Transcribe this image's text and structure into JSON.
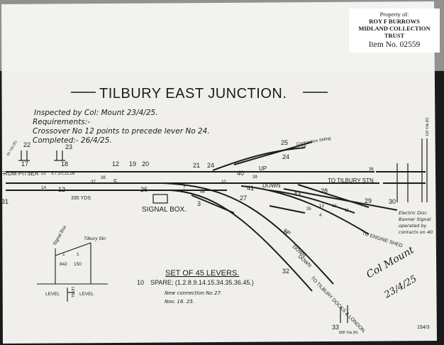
{
  "stamp": {
    "line1": "Property of:",
    "line2": "ROY F BURROWS",
    "line3": "MIDLAND COLLECTION",
    "line4": "TRUST",
    "item": "Item No. 02559"
  },
  "title": "TILBURY EAST JUNCTION.",
  "inspection": {
    "line1": "Inspected by Col: Mount 23/4/25.",
    "line2": "Requirements:-",
    "line3": "Crossover No 12 points to precede lever No 24.",
    "line4": "Completed:- 26/4/25."
  },
  "routes": {
    "from_pitsea": "FROM PITSEA",
    "to_tilbury_stn": "TO TILBURY STN",
    "to_engine_shed": "TO ENGINE SHED",
    "to_docks": "TO TILBURY DOCKS & LONDON.",
    "contractors_siding": "Contractors Siding",
    "up": "UP",
    "down": "DOWN",
    "up_lower": "UP",
    "down_lower": "DOWN",
    "down_outer": "DOWN"
  },
  "signal_box": "SIGNAL BOX.",
  "distance": "335 YDS",
  "levers_note": {
    "title": "SET OF 45 LEVERS.",
    "spares_count": "10",
    "spares": "SPARE; (1.2.8.9.14.15.34.35.36.45.)",
    "new_connection": "New connection No 27.",
    "date": "Nov. 16. 25."
  },
  "signature": {
    "name": "Col Mount",
    "date": "23/4/25"
  },
  "banner_note": [
    "Electric Disc",
    "Banner Signal",
    "operated by",
    "contacts on 40"
  ],
  "inset": {
    "signal_box": "Signal Box",
    "tilbury_stn": "Tilbury Stn",
    "level_left": "LEVEL",
    "level_right": "LEVEL",
    "dist1_top": "1",
    "dist1_bottom": "842",
    "dist2_top": "1",
    "dist2_bottom": "150",
    "level_mark": "LEVEL"
  },
  "sheet_ref": "154/3",
  "levers": {
    "n17": "17",
    "n18": "18",
    "n22": "22",
    "n23": "23",
    "n12a": "12",
    "n12b": "12",
    "n19": "19",
    "n20": "20",
    "n21": "21",
    "n24a": "24",
    "n25": "25",
    "n24b": "24",
    "n16": "16",
    "n40": "40",
    "n39": "39",
    "n41": "41",
    "n43": "43",
    "n28": "28",
    "n29": "29",
    "n30": "30",
    "n31": "31",
    "n26": "26",
    "n27": "27",
    "n5": "5",
    "n3": "3",
    "n37": "37",
    "n44": "44",
    "n6": "6",
    "n32": "32",
    "n33": "33",
    "n13": "13",
    "n42": "42",
    "n4": "4",
    "n7": "7",
    "n10": "10",
    "n11": "11",
    "n38": "38",
    "n22b": "22",
    "n35": "35",
    "n36": "36",
    "nA": "1A",
    "multi": "3,7,10,11,16.",
    "yds_left": "43 Yds (R)",
    "yds_right": "120 Yds (R)",
    "yds_bottom": "808 Yds (R)"
  }
}
